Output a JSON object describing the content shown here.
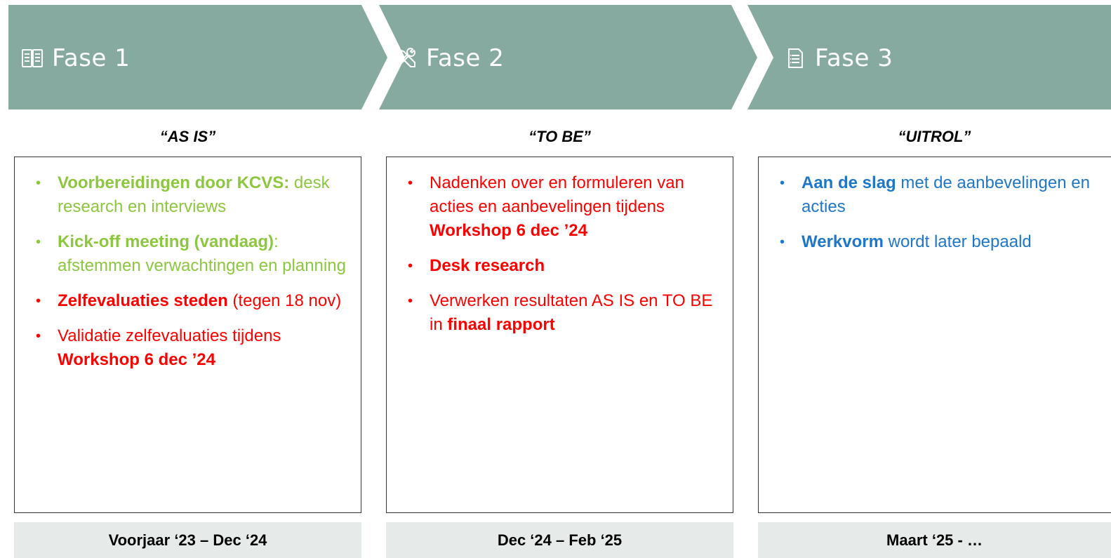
{
  "colors": {
    "chevron": "#86a9a0",
    "green": "#8dc63f",
    "red": "#ff0000",
    "blue": "#1f77c9",
    "footer_bg": "#e6ebea"
  },
  "phases": [
    {
      "icon": "open-book-icon",
      "label": "Fase 1",
      "subtitle": "“AS IS”",
      "period": "Voorjaar ‘23 – Dec ‘24",
      "items": [
        {
          "color": "green",
          "bold": "Voorbereidingen door KCVS:",
          "text": " desk research en interviews"
        },
        {
          "color": "green",
          "bold": "Kick-off meeting (vandaag)",
          "text": ": afstemmen verwachtingen en planning"
        },
        {
          "color": "red",
          "bold": "Zelfevaluaties steden",
          "text": " (tegen 18 nov)"
        },
        {
          "color": "red",
          "pre": "Validatie zelfevaluaties tijdens ",
          "bold": "Workshop 6 dec ’24"
        }
      ]
    },
    {
      "icon": "tools-icon",
      "label": "Fase 2",
      "subtitle": "“TO BE”",
      "period": "Dec ‘24 – Feb ‘25",
      "items": [
        {
          "color": "red",
          "pre": "Nadenken over en formuleren van acties en aanbevelingen tijdens ",
          "bold": "Workshop 6 dec ’24"
        },
        {
          "color": "red",
          "bold": "Desk research"
        },
        {
          "color": "red",
          "pre": "Verwerken resultaten AS IS en TO BE in ",
          "bold": "finaal rapport"
        }
      ]
    },
    {
      "icon": "document-list-icon",
      "label": "Fase 3",
      "subtitle": "“UITROL”",
      "period": "Maart ‘25 - …",
      "items": [
        {
          "color": "blue",
          "bold": "Aan de slag",
          "text": " met de aanbevelingen en acties"
        },
        {
          "color": "blue",
          "bold": "Werkvorm",
          "text": " wordt later bepaald"
        }
      ]
    }
  ],
  "bullet": "•"
}
